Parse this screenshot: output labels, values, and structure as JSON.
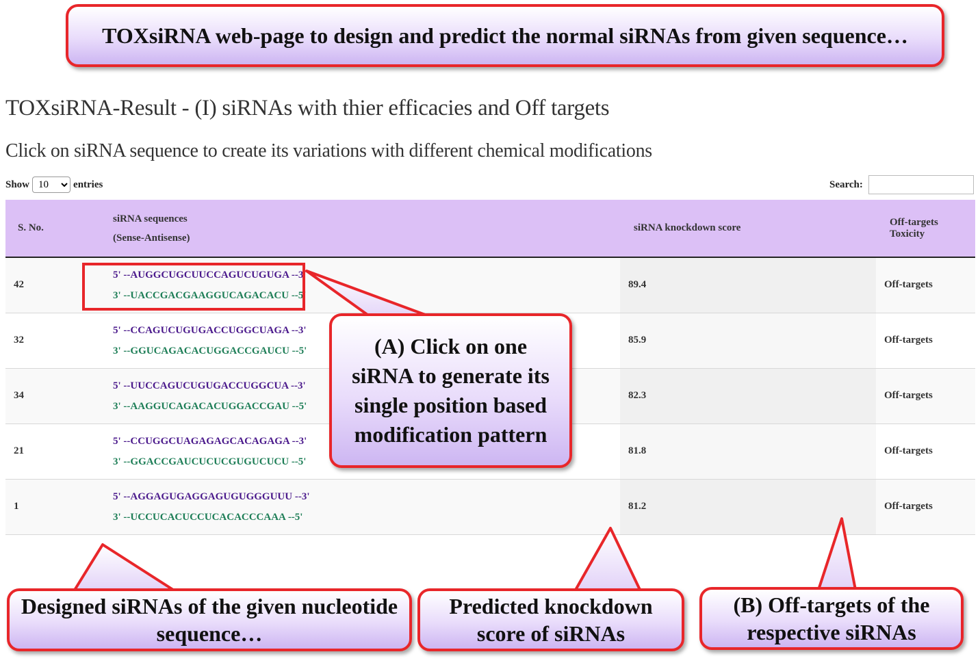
{
  "banner": {
    "title": "TOXsiRNA web-page to design and predict the normal siRNAs from given sequence…"
  },
  "page": {
    "heading": "TOXsiRNA-Result - (I) siRNAs with thier efficacies and Off targets",
    "subheading": "Click on siRNA sequence to create its variations with different chemical modifications"
  },
  "controls": {
    "show_label": "Show",
    "entries_value": "10",
    "entries_label": "entries",
    "search_label": "Search:",
    "search_value": ""
  },
  "table": {
    "headers": {
      "sno": "S. No.",
      "seq_line1": "siRNA sequences",
      "seq_line2": "(Sense-Antisense)",
      "score": "siRNA knockdown score",
      "off": "Off-targets Toxicity"
    },
    "rows": [
      {
        "sno": "42",
        "sense": "5' --AUGGCUGCUUCCAGUCUGUGA --3'",
        "antisense": "3' --UACCGACGAAGGUCAGACACU --5'",
        "score": "89.4",
        "off": "Off-targets"
      },
      {
        "sno": "32",
        "sense": "5' --CCAGUCUGUGACCUGGCUAGA --3'",
        "antisense": "3' --GGUCAGACACUGGACCGAUCU --5'",
        "score": "85.9",
        "off": "Off-targets"
      },
      {
        "sno": "34",
        "sense": "5' --UUCCAGUCUGUGACCUGGCUA --3'",
        "antisense": "3' --AAGGUCAGACACUGGACCGAU --5'",
        "score": "82.3",
        "off": "Off-targets"
      },
      {
        "sno": "21",
        "sense": "5' --CCUGGCUAGAGAGCACAGAGA --3'",
        "antisense": "3' --GGACCGAUCUCUCGUGUCUCU --5'",
        "score": "81.8",
        "off": "Off-targets"
      },
      {
        "sno": "1",
        "sense": "5' --AGGAGUGAGGAGUGUGGGUUU --3'",
        "antisense": "3' --UCCUCACUCCUCACACCCAAA --5'",
        "score": "81.2",
        "off": "Off-targets"
      }
    ]
  },
  "callouts": {
    "a": "(A) Click on one siRNA to generate its single position based modification pattern",
    "designed": "Designed siRNAs of the given nucleotide sequence…",
    "score": "Predicted knockdown score of siRNAs",
    "offtargets": "(B) Off-targets of the respective siRNAs"
  },
  "colors": {
    "accent_red": "#e8262a",
    "header_purple": "#dcc0f6",
    "sense_text": "#4b1a8c",
    "antisense_text": "#1e7e57"
  }
}
